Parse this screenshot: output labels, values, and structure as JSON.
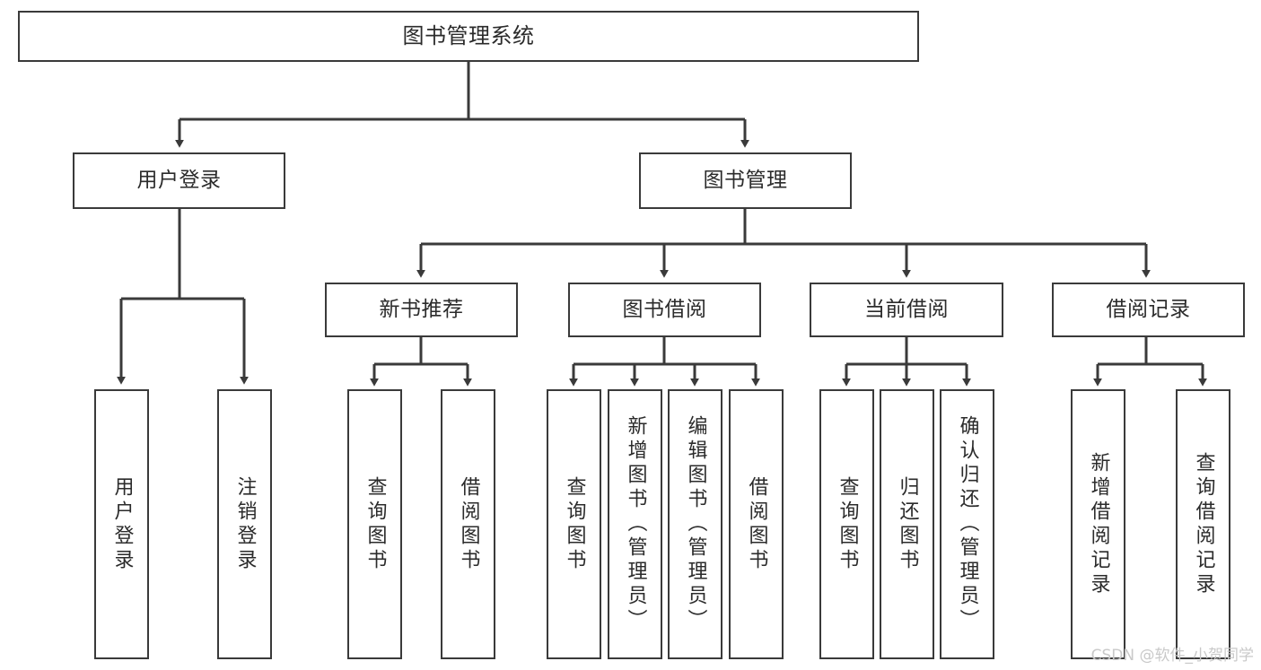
{
  "diagram": {
    "title": "图书管理系统",
    "watermark": "CSDN @软件_小贺同学",
    "colors": {
      "box_border": "#3a3a3a",
      "box_fill": "#ffffff",
      "connector": "#3a3a3a",
      "text": "#2b2b2b",
      "watermark": "#c9c9c9",
      "background": "#ffffff"
    },
    "nodes": {
      "root": {
        "label": "图书管理系统"
      },
      "level2": [
        {
          "label": "用户登录"
        },
        {
          "label": "图书管理"
        }
      ],
      "level3": [
        {
          "label": "新书推荐"
        },
        {
          "label": "图书借阅"
        },
        {
          "label": "当前借阅"
        },
        {
          "label": "借阅记录"
        }
      ],
      "leaves_user_login": [
        {
          "label": "用户登录"
        },
        {
          "label": "注销登录"
        }
      ],
      "leaves_new_book": [
        {
          "label": "查询图书"
        },
        {
          "label": "借阅图书"
        }
      ],
      "leaves_borrow": [
        {
          "label": "查询图书"
        },
        {
          "label": "新增图书（管理员）"
        },
        {
          "label": "编辑图书（管理员）"
        },
        {
          "label": "借阅图书"
        }
      ],
      "leaves_current": [
        {
          "label": "查询图书"
        },
        {
          "label": "归还图书"
        },
        {
          "label": "确认归还（管理员）"
        }
      ],
      "leaves_record": [
        {
          "label": "新增借阅记录"
        },
        {
          "label": "查询借阅记录"
        }
      ]
    }
  }
}
